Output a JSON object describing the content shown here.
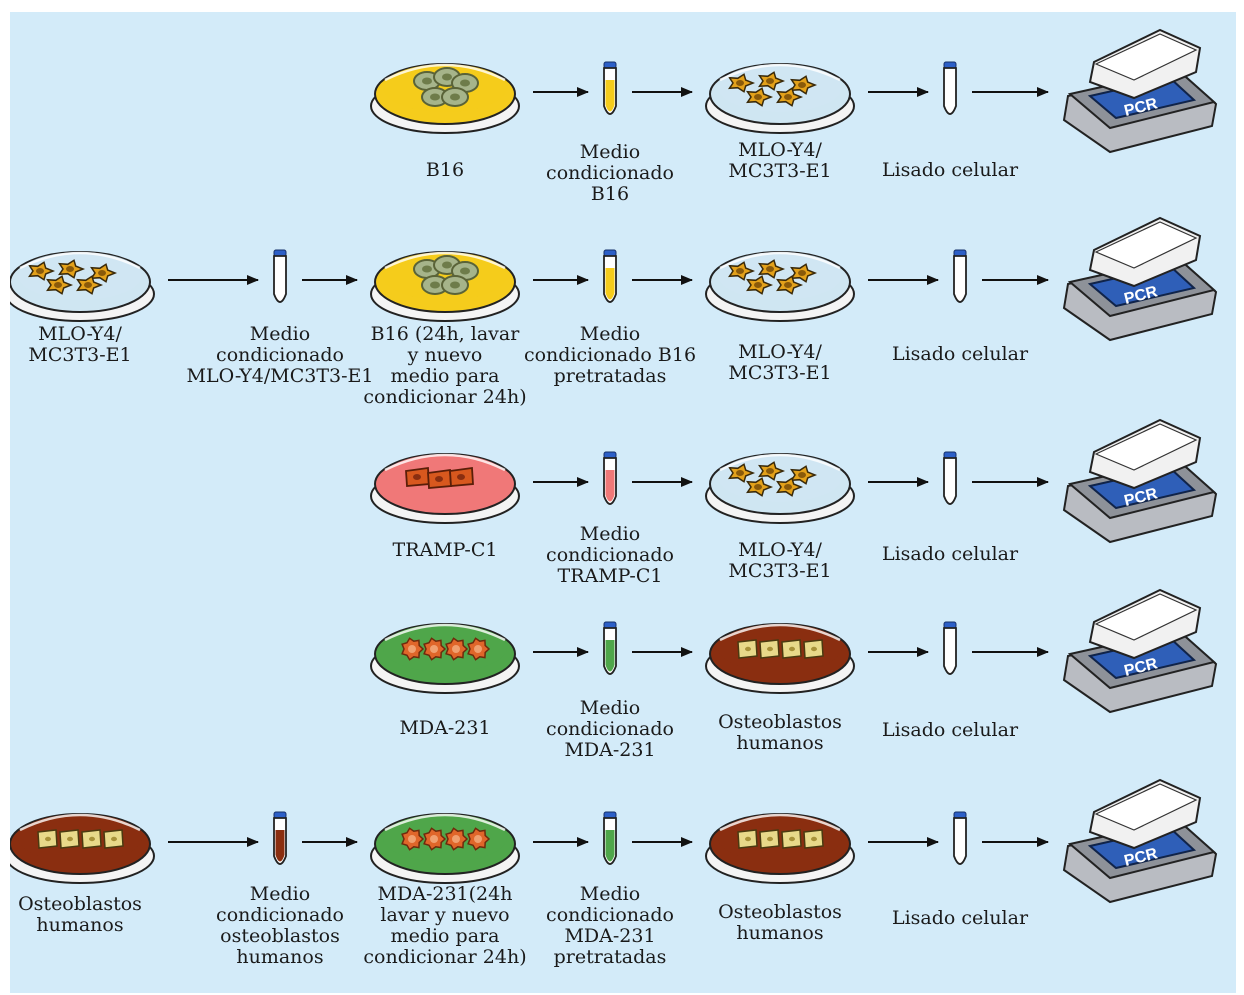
{
  "palette": {
    "background": "#d3ebf9",
    "medium": {
      "yellow": "#f5cc1c",
      "blue": "#cfe6f2",
      "pink": "#f07878",
      "green": "#4fa64a",
      "brown": "#8a2e10"
    },
    "tube_cap": "#2c5fc7",
    "pcr_screen": "#2f5fb8"
  },
  "rows": [
    {
      "steps": [
        {
          "type": "dish",
          "medium": "yellow",
          "cells": "b16",
          "label": "B16"
        },
        {
          "type": "tube",
          "medium": "yellow",
          "label": "Medio\ncondicionado\nB16"
        },
        {
          "type": "dish",
          "medium": "blue",
          "cells": "osteocyte",
          "label": "MLO-Y4/\nMC3T3-E1"
        },
        {
          "type": "tube",
          "medium": "none",
          "label": "Lisado celular"
        },
        {
          "type": "pcr",
          "text": "PCR"
        }
      ]
    },
    {
      "steps": [
        {
          "type": "dish",
          "medium": "blue",
          "cells": "osteocyte",
          "label": "MLO-Y4/\nMC3T3-E1"
        },
        {
          "type": "tube",
          "medium": "none",
          "label": "Medio\ncondicionado\nMLO-Y4/MC3T3-E1"
        },
        {
          "type": "dish",
          "medium": "yellow",
          "cells": "b16",
          "label": "B16 (24h, lavar\ny nuevo\nmedio para\ncondicionar 24h)"
        },
        {
          "type": "tube",
          "medium": "yellow",
          "label": "Medio\ncondicionado B16\npretratadas"
        },
        {
          "type": "dish",
          "medium": "blue",
          "cells": "osteocyte",
          "label": "MLO-Y4/\nMC3T3-E1"
        },
        {
          "type": "tube",
          "medium": "none",
          "label": "Lisado celular"
        },
        {
          "type": "pcr",
          "text": "PCR"
        }
      ]
    },
    {
      "steps": [
        {
          "type": "dish",
          "medium": "pink",
          "cells": "tramp",
          "label": "TRAMP-C1"
        },
        {
          "type": "tube",
          "medium": "pink",
          "label": "Medio\ncondicionado\nTRAMP-C1"
        },
        {
          "type": "dish",
          "medium": "blue",
          "cells": "osteocyte",
          "label": "MLO-Y4/\nMC3T3-E1"
        },
        {
          "type": "tube",
          "medium": "none",
          "label": "Lisado celular"
        },
        {
          "type": "pcr",
          "text": "PCR"
        }
      ]
    },
    {
      "steps": [
        {
          "type": "dish",
          "medium": "green",
          "cells": "mda",
          "label": "MDA-231"
        },
        {
          "type": "tube",
          "medium": "green",
          "label": "Medio\ncondicionado\nMDA-231"
        },
        {
          "type": "dish",
          "medium": "brown",
          "cells": "osteoblast",
          "label": "Osteoblastos\nhumanos"
        },
        {
          "type": "tube",
          "medium": "none",
          "label": "Lisado celular"
        },
        {
          "type": "pcr",
          "text": "PCR"
        }
      ]
    },
    {
      "steps": [
        {
          "type": "dish",
          "medium": "brown",
          "cells": "osteoblast",
          "label": "Osteoblastos\nhumanos"
        },
        {
          "type": "tube",
          "medium": "brown",
          "label": "Medio\ncondicionado\nosteoblastos\nhumanos"
        },
        {
          "type": "dish",
          "medium": "green",
          "cells": "mda",
          "label": "MDA-231(24h\nlavar y nuevo\nmedio para\ncondicionar 24h)"
        },
        {
          "type": "tube",
          "medium": "green",
          "label": "Medio\ncondicionado\nMDA-231\npretratadas"
        },
        {
          "type": "dish",
          "medium": "brown",
          "cells": "osteoblast",
          "label": "Osteoblastos\nhumanos"
        },
        {
          "type": "tube",
          "medium": "none",
          "label": "Lisado celular"
        },
        {
          "type": "pcr",
          "text": "PCR"
        }
      ]
    }
  ]
}
